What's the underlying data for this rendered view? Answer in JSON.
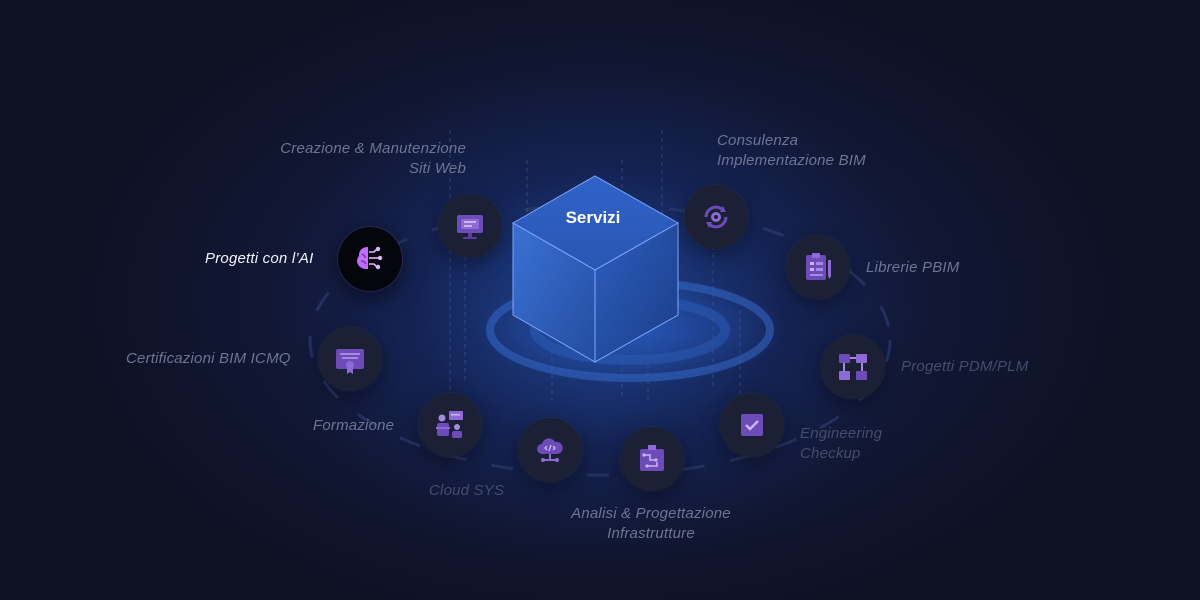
{
  "center": {
    "title": "Servizi"
  },
  "colors": {
    "accent": "#8b5cf6",
    "active_icon": "#c26bff",
    "background": "#0f1225"
  },
  "services": [
    {
      "id": "siti-web",
      "lines": [
        "Creazione & Manutenzione",
        "Siti Web"
      ],
      "icon": "monitor-icon",
      "active": false
    },
    {
      "id": "bim",
      "lines": [
        "Consulenza",
        "Implementazione BIM"
      ],
      "icon": "gear-cycle-icon",
      "active": false
    },
    {
      "id": "ai",
      "lines": [
        "Progetti con l’AI"
      ],
      "icon": "brain-circuit-icon",
      "active": true
    },
    {
      "id": "pbim",
      "lines": [
        "Librerie PBIM"
      ],
      "icon": "clipboard-icon",
      "active": false
    },
    {
      "id": "icmq",
      "lines": [
        "Certificazioni BIM ICMQ"
      ],
      "icon": "certificate-icon",
      "active": false
    },
    {
      "id": "pdm",
      "lines": [
        "Progetti PDM/PLM"
      ],
      "icon": "workflow-icon",
      "active": false
    },
    {
      "id": "formazione",
      "lines": [
        "Formazione"
      ],
      "icon": "teacher-icon",
      "active": false
    },
    {
      "id": "engineering",
      "lines": [
        "Engineering",
        "Checkup"
      ],
      "icon": "checkbox-icon",
      "active": false
    },
    {
      "id": "cloud",
      "lines": [
        "Cloud SYS"
      ],
      "icon": "cloud-code-icon",
      "active": false
    },
    {
      "id": "infra",
      "lines": [
        "Analisi & Progettazione",
        "Infrastrutture"
      ],
      "icon": "circuit-icon",
      "active": false
    }
  ]
}
